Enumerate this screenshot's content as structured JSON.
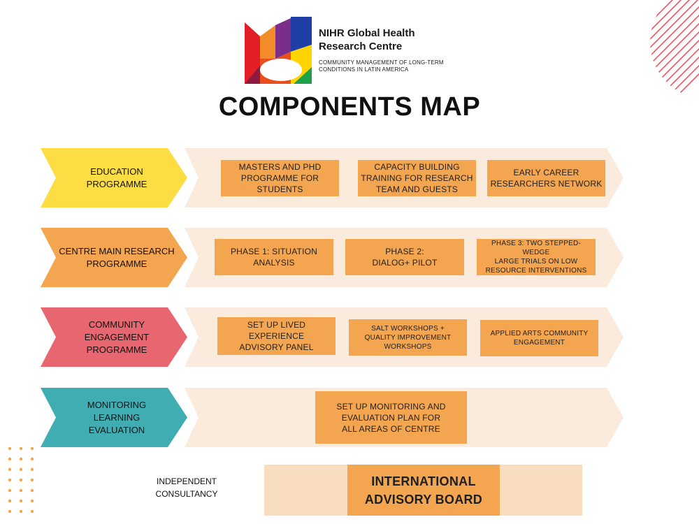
{
  "header": {
    "org_line1": "NIHR Global Health",
    "org_line2": "Research Centre",
    "sub_line1": "COMMUNITY MANAGEMENT OF LONG-TERM",
    "sub_line2": "CONDITIONS IN LATIN AMERICA",
    "logo_icon": "nihr-logo-icon",
    "title": "COMPONENTS MAP"
  },
  "colors": {
    "education": "#fddd44",
    "research": "#f3a54f",
    "community": "#e8666f",
    "monitoring": "#3fadb2",
    "band": "#faebdc",
    "box": "#f3a54f"
  },
  "rows": [
    {
      "label_lines": [
        "EDUCATION",
        "PROGRAMME"
      ],
      "boxes": [
        [
          "MASTERS AND PHD",
          "PROGRAMME FOR",
          "STUDENTS"
        ],
        [
          "CAPACITY BUILDING",
          "TRAINING FOR RESEARCH",
          "TEAM AND GUESTS"
        ],
        [
          "EARLY CAREER",
          "RESEARCHERS NETWORK"
        ]
      ]
    },
    {
      "label_lines": [
        "CENTRE MAIN RESEARCH",
        "PROGRAMME"
      ],
      "boxes": [
        [
          "PHASE 1: SITUATION",
          "ANALYSIS"
        ],
        [
          "PHASE 2:",
          "DIALOG+ PILOT"
        ],
        [
          "PHASE 3: TWO STEPPED-WEDGE",
          "LARGE TRIALS ON LOW",
          "RESOURCE INTERVENTIONS"
        ]
      ]
    },
    {
      "label_lines": [
        "COMMUNITY",
        "ENGAGEMENT",
        "PROGRAMME"
      ],
      "boxes": [
        [
          "SET UP LIVED EXPERIENCE",
          "ADVISORY PANEL"
        ],
        [
          "SALT WORKSHOPS +",
          "QUALITY IMPROVEMENT",
          "WORKSHOPS"
        ],
        [
          "APPLIED ARTS COMMUNITY",
          "ENGAGEMENT"
        ]
      ]
    },
    {
      "label_lines": [
        "MONITORING",
        "LEARNING",
        "EVALUATION"
      ],
      "boxes": [
        [
          "SET UP MONITORING AND",
          "EVALUATION PLAN FOR",
          "ALL AREAS OF CENTRE"
        ]
      ]
    }
  ],
  "footer": {
    "independent_lines": [
      "INDEPENDENT",
      "CONSULTANCY"
    ],
    "board_lines": [
      "INTERNATIONAL",
      "ADVISORY BOARD"
    ]
  }
}
